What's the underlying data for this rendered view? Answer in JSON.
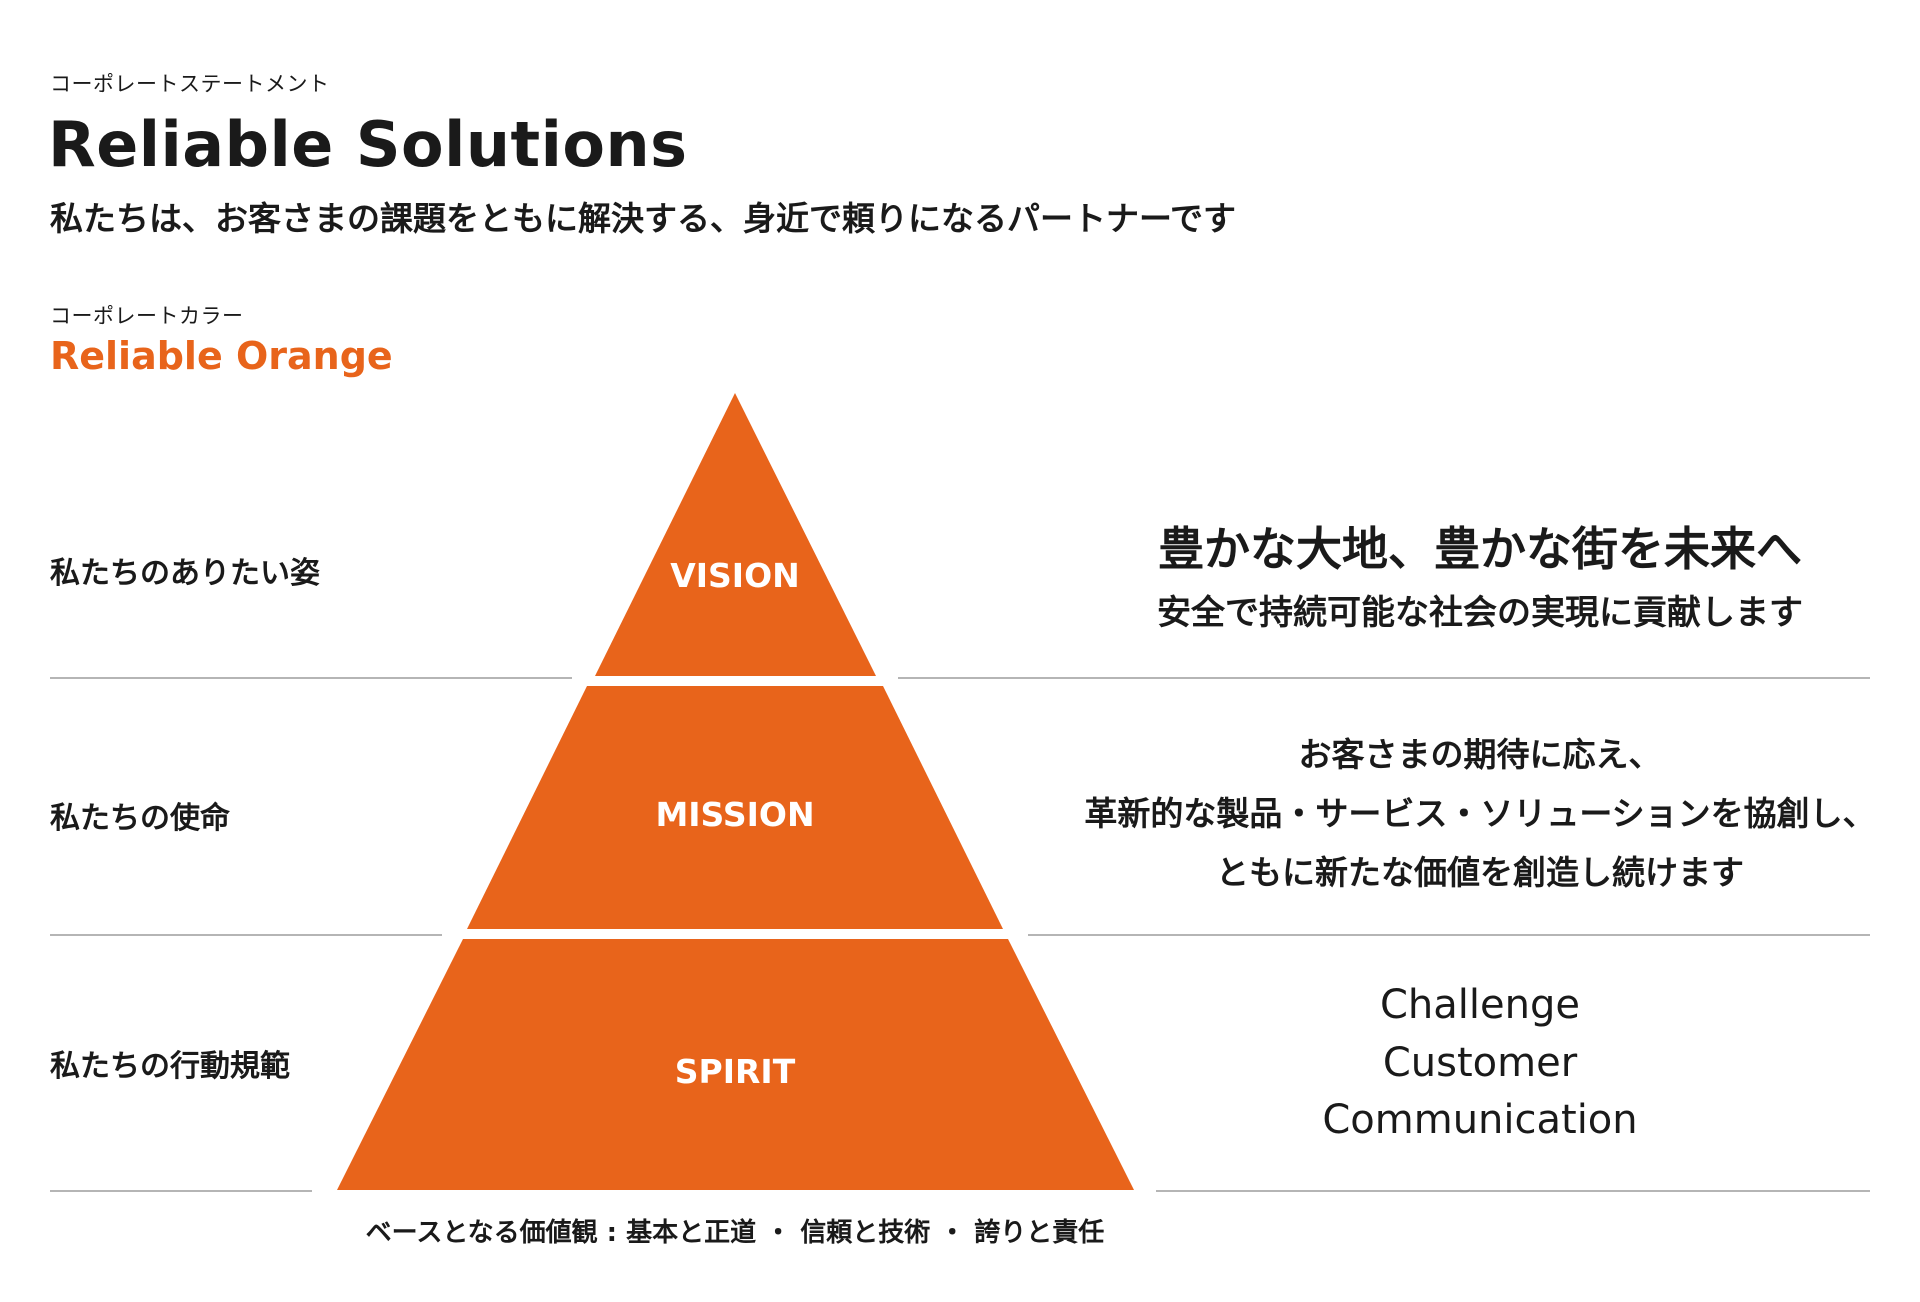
{
  "statement": {
    "label": "コーポレートステートメント",
    "title": "Reliable Solutions",
    "tagline": "私たちは、お客さまの課題をともに解決する、身近で頼りになるパートナーです"
  },
  "corporate_color": {
    "label": "コーポレートカラー",
    "name": "Reliable Orange",
    "hex": "#E8641B"
  },
  "pyramid": {
    "levels": [
      {
        "key": "VISION",
        "left_label": "私たちのありたい姿",
        "right_lines": [
          "豊かな大地、豊かな街を未来へ",
          "安全で持続可能な社会の実現に貢献します"
        ]
      },
      {
        "key": "MISSION",
        "left_label": "私たちの使命",
        "right_lines": [
          "お客さまの期待に応え、",
          "革新的な製品・サービス・ソリューションを協創し、",
          "ともに新たな価値を創造し続けます"
        ]
      },
      {
        "key": "SPIRIT",
        "left_label": "私たちの行動規範",
        "right_lines": [
          "Challenge",
          "Customer",
          "Communication"
        ]
      }
    ],
    "base_values": "ベースとなる価値観 : 基本と正道 ・ 信頼と技術 ・ 誇りと責任"
  }
}
